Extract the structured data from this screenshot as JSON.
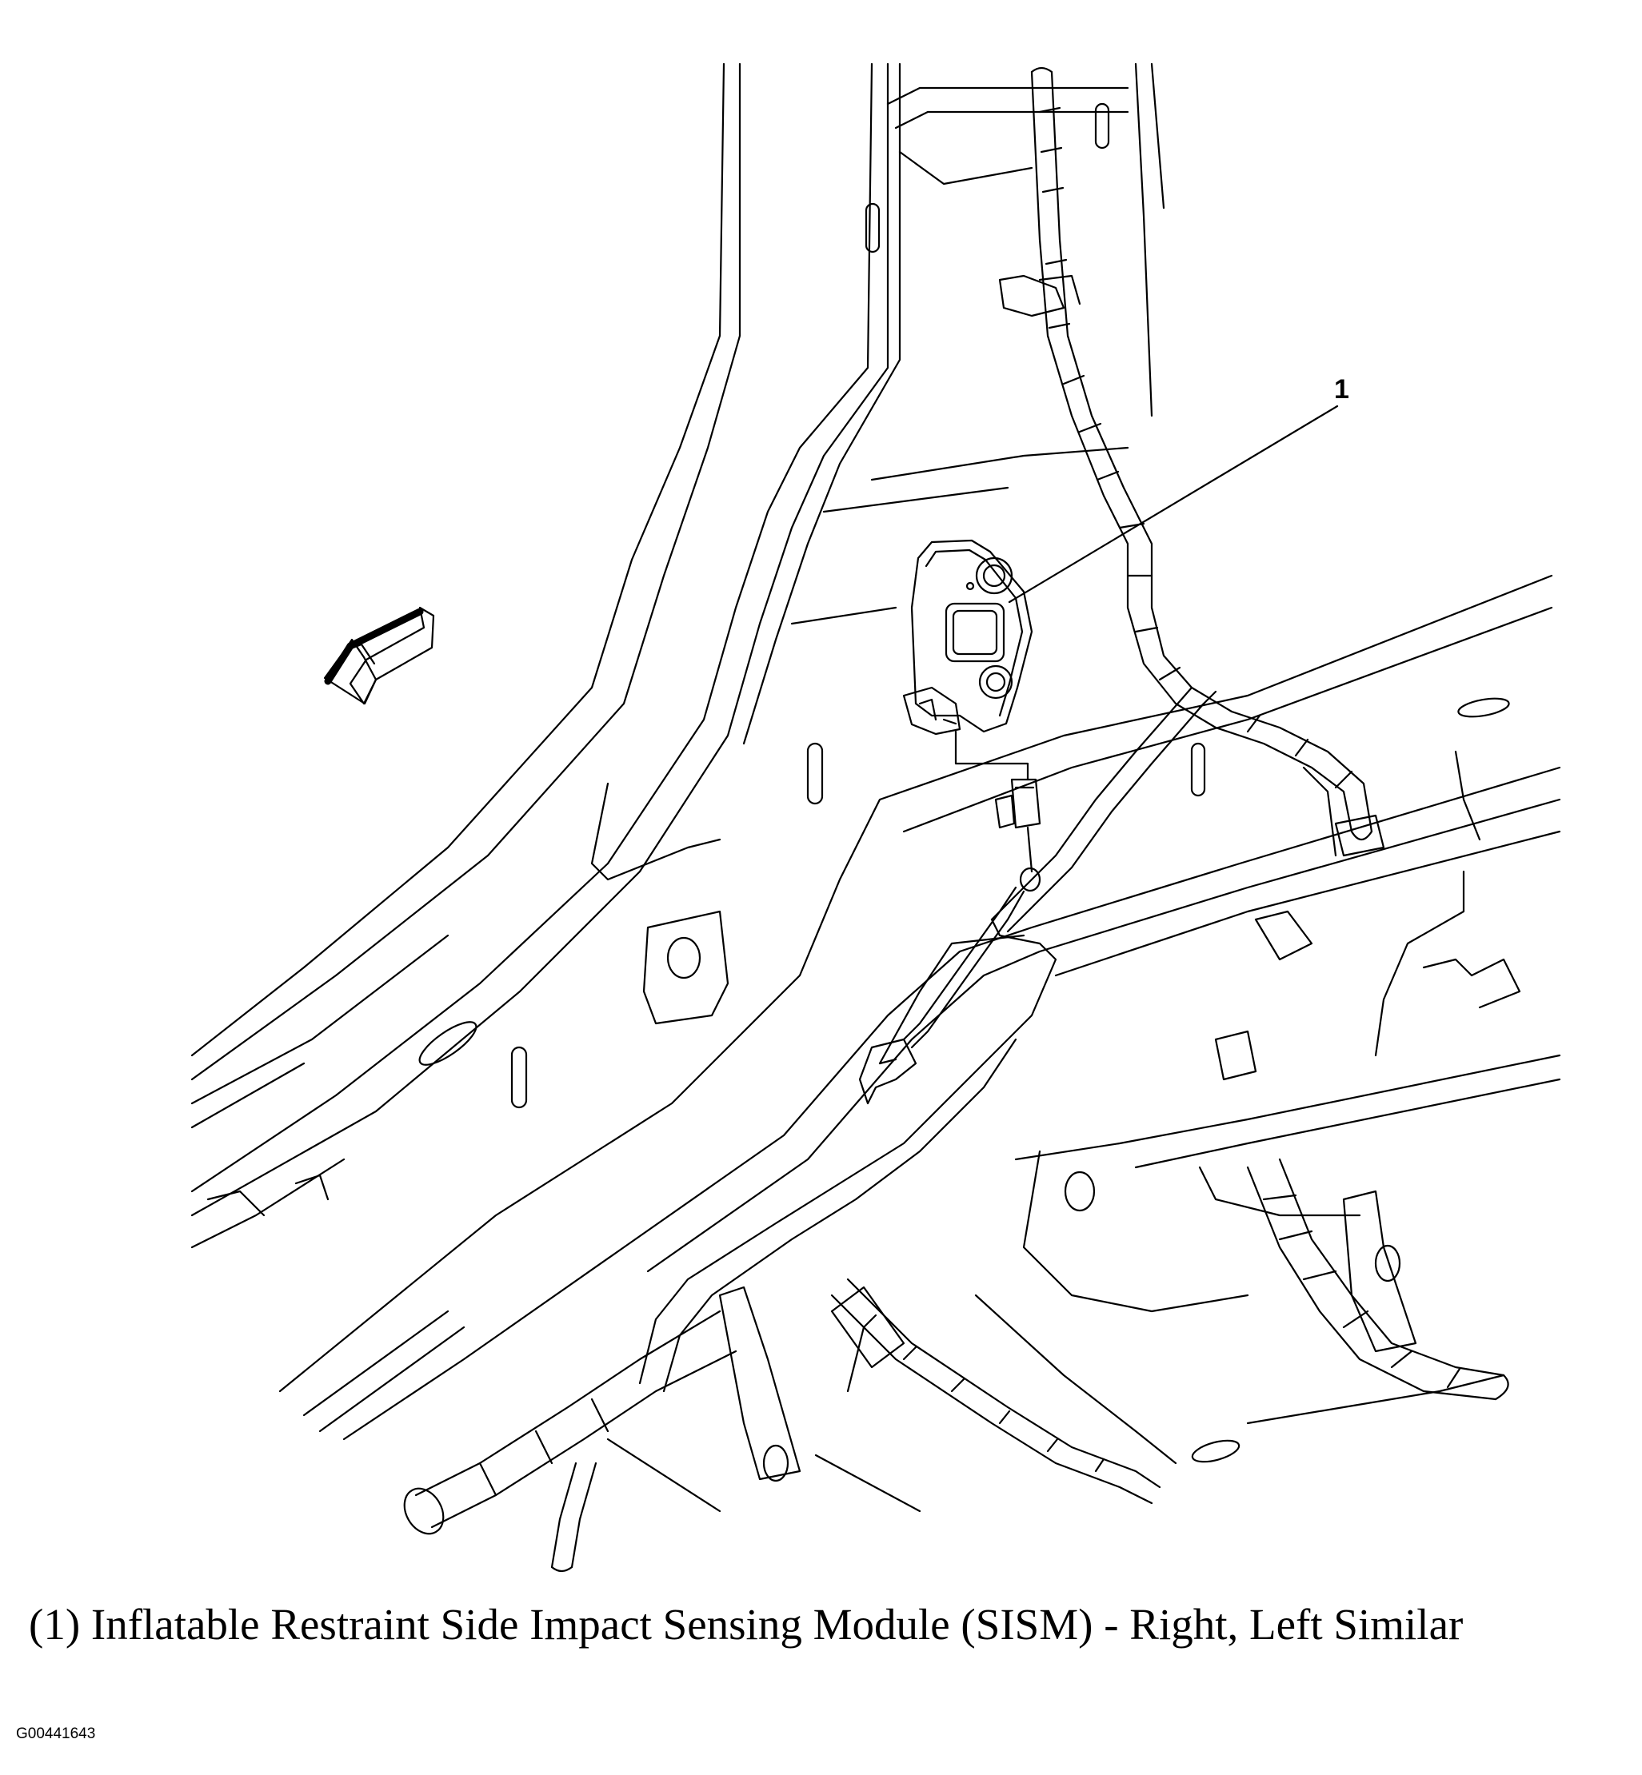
{
  "diagram": {
    "callouts": [
      {
        "label": "1"
      }
    ],
    "caption": "(1) Inflatable Restraint Side Impact Sensing Module (SISM) - Right, Left Similar",
    "figure_id": "G00441643"
  }
}
